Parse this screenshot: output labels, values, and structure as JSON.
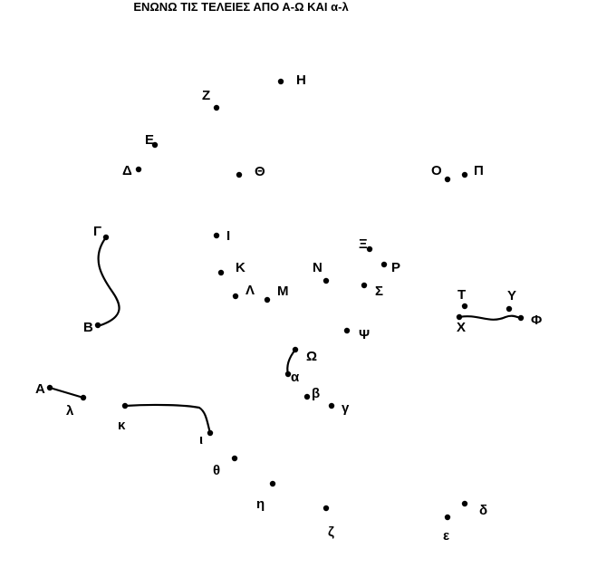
{
  "title": "ΕΝΩΝΩ ΤΙΣ ΤΕΛΕΙΕΣ ΑΠΟ Α-Ω ΚΑΙ α-λ",
  "ink_color": "#000000",
  "background_color": "#ffffff",
  "points": [
    {
      "id": "A",
      "label": "Α"
    },
    {
      "id": "B",
      "label": "Β"
    },
    {
      "id": "G",
      "label": "Γ"
    },
    {
      "id": "D",
      "label": "Δ"
    },
    {
      "id": "E",
      "label": "Ε"
    },
    {
      "id": "Z",
      "label": "Ζ"
    },
    {
      "id": "H",
      "label": "Η"
    },
    {
      "id": "TH",
      "label": "Θ"
    },
    {
      "id": "I",
      "label": "Ι"
    },
    {
      "id": "K",
      "label": "Κ"
    },
    {
      "id": "L",
      "label": "Λ"
    },
    {
      "id": "M",
      "label": "Μ"
    },
    {
      "id": "N",
      "label": "Ν"
    },
    {
      "id": "KS",
      "label": "Ξ"
    },
    {
      "id": "O",
      "label": "Ο"
    },
    {
      "id": "P",
      "label": "Π"
    },
    {
      "id": "R",
      "label": "Ρ"
    },
    {
      "id": "S",
      "label": "Σ"
    },
    {
      "id": "T",
      "label": "Τ"
    },
    {
      "id": "Y",
      "label": "Υ"
    },
    {
      "id": "F",
      "label": "Φ"
    },
    {
      "id": "X",
      "label": "Χ"
    },
    {
      "id": "PS",
      "label": "Ψ"
    },
    {
      "id": "W",
      "label": "Ω"
    },
    {
      "id": "a",
      "label": "α"
    },
    {
      "id": "b",
      "label": "β"
    },
    {
      "id": "g",
      "label": "γ"
    },
    {
      "id": "d",
      "label": "δ"
    },
    {
      "id": "e",
      "label": "ε"
    },
    {
      "id": "z",
      "label": "ζ"
    },
    {
      "id": "h",
      "label": "η"
    },
    {
      "id": "th",
      "label": "θ"
    },
    {
      "id": "i",
      "label": "ι"
    },
    {
      "id": "k",
      "label": "κ"
    },
    {
      "id": "l",
      "label": "λ"
    }
  ]
}
